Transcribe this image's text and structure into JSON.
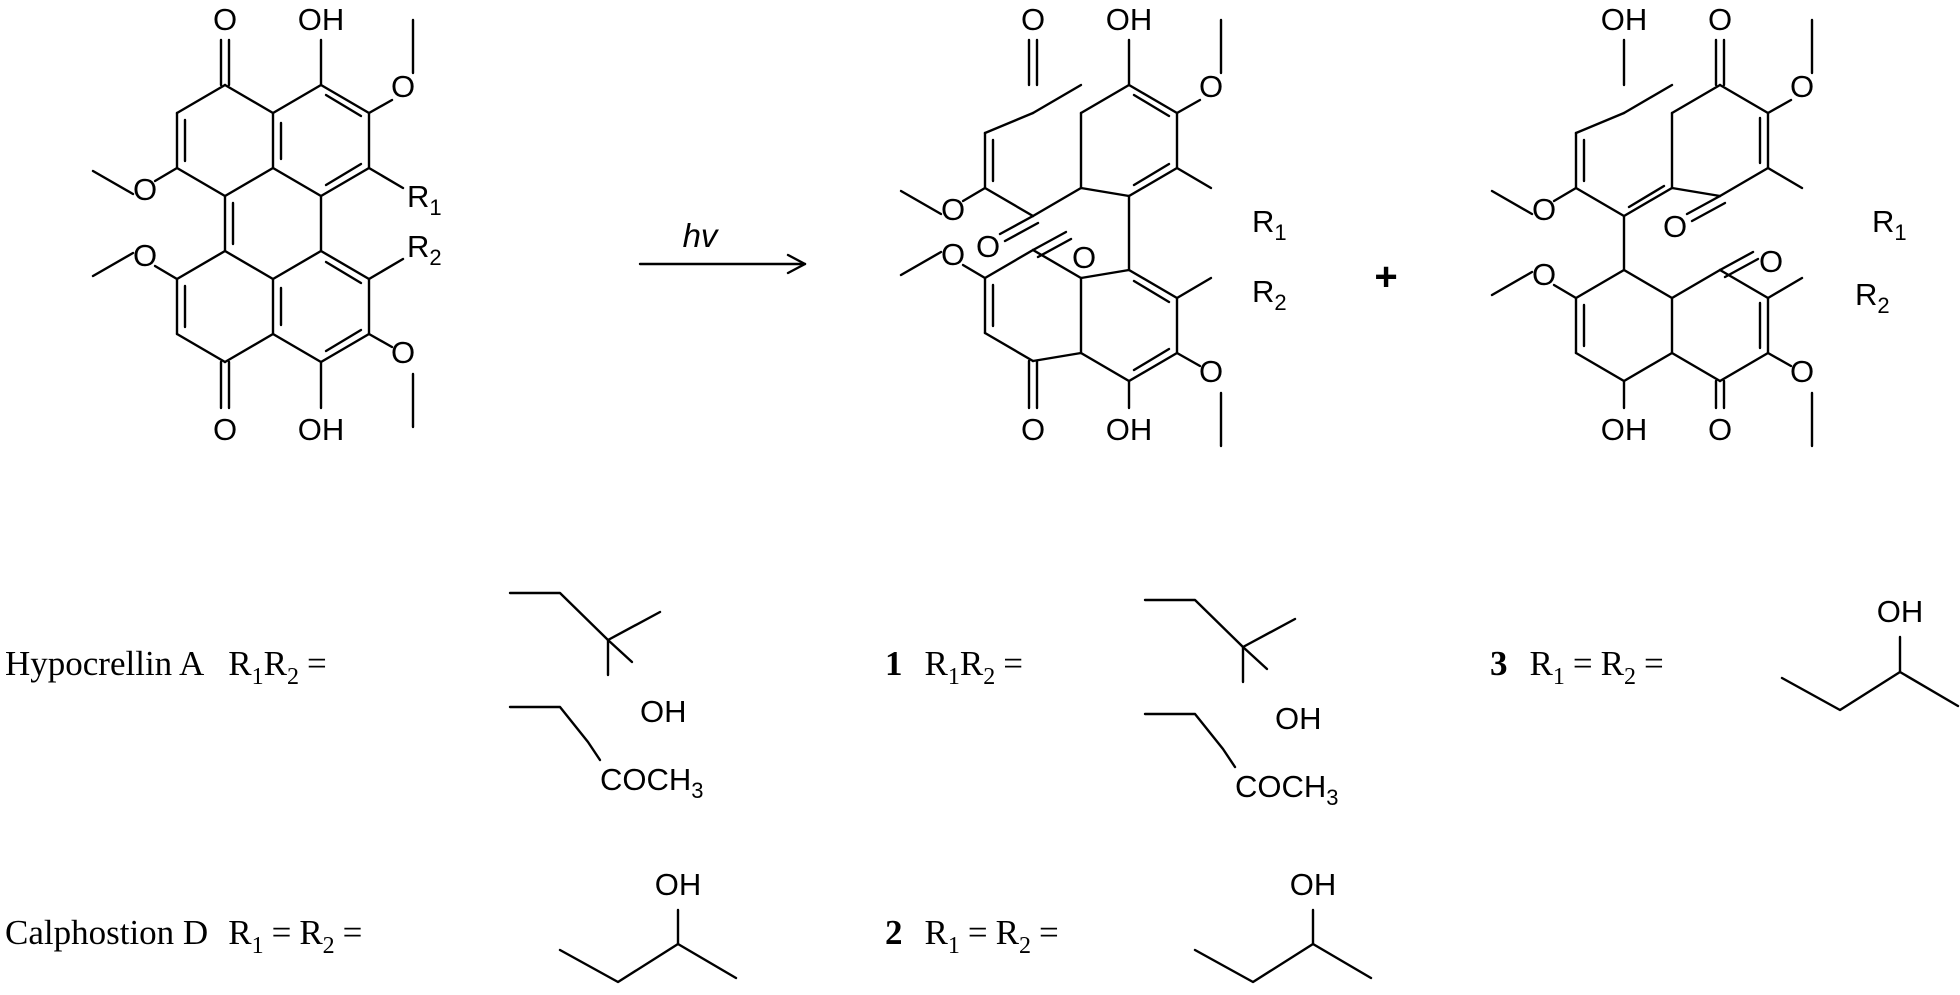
{
  "reaction": {
    "condition": "hv",
    "plus": "+"
  },
  "atoms": {
    "oh": "OH",
    "o": "O",
    "r": "R",
    "one": "1",
    "two": "2",
    "acetyl": "COCH",
    "three": "3"
  },
  "labels": {
    "hypocrellin_name": "Hypocrellin A",
    "calphostin_name": "Calphostion D",
    "compound1": "1",
    "compound2": "2",
    "compound3": "3",
    "eq": "=",
    "r": "R",
    "sub1": "1",
    "sub2": "2"
  }
}
